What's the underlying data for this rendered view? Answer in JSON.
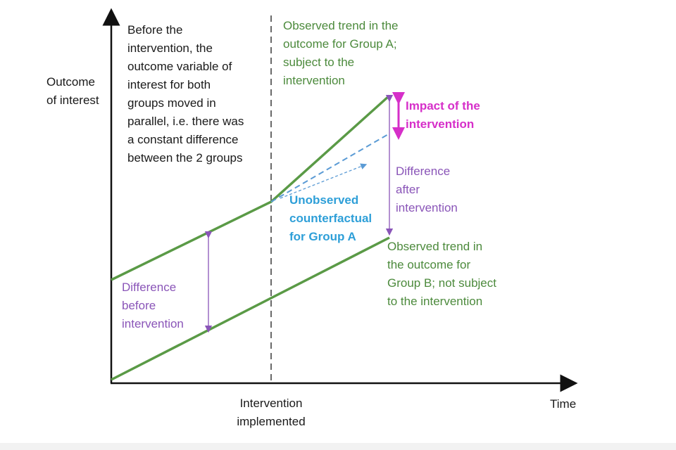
{
  "axis": {
    "y_label": [
      "Outcome",
      "of interest"
    ],
    "x_label": "Time",
    "intervention_label": [
      "Intervention",
      "implemented"
    ]
  },
  "annotations": {
    "before_note": [
      "Before the",
      "intervention, the",
      "outcome variable of",
      "interest for both",
      "groups moved in",
      "parallel, i.e. there was",
      "a constant difference",
      "between the 2 groups"
    ],
    "group_a": [
      "Observed trend in the",
      "outcome for Group A;",
      "subject to the",
      "intervention"
    ],
    "group_b": [
      "Observed trend in",
      "the outcome for",
      "Group B; not subject",
      "to the intervention"
    ],
    "impact": [
      "Impact of the",
      "intervention"
    ],
    "diff_after": [
      "Difference",
      "after",
      "intervention"
    ],
    "diff_before": [
      "Difference",
      "before",
      "intervention"
    ],
    "counterfactual": [
      "Unobserved",
      "counterfactual",
      "for Group A"
    ]
  },
  "colors": {
    "axis": "#111111",
    "group_line": "#5a9a46",
    "counterfactual": "#5b9bd5",
    "difference_arrow": "#8a55b8",
    "impact_arrow": "#d62fc9"
  }
}
